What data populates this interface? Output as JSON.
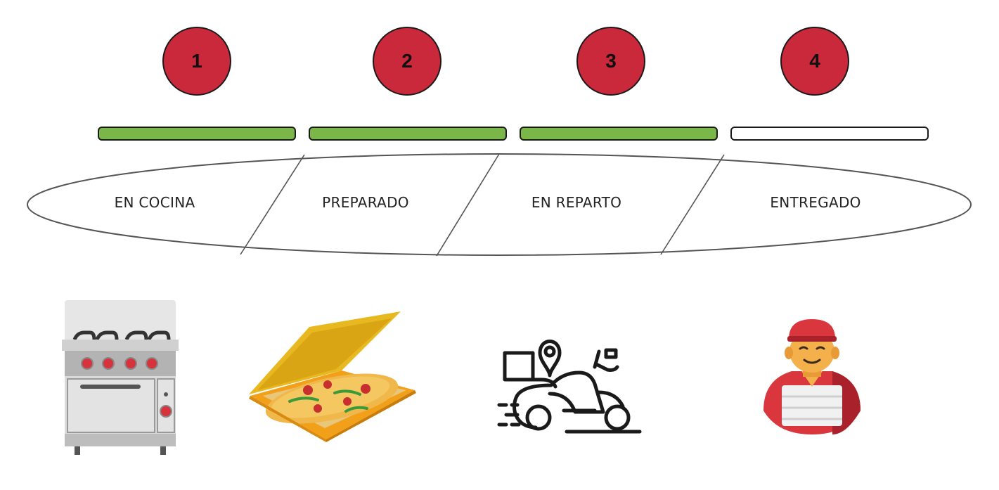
{
  "steps": [
    {
      "number": "1",
      "label": "EN COCINA",
      "status": "done"
    },
    {
      "number": "2",
      "label": "PREPARADO",
      "status": "done"
    },
    {
      "number": "3",
      "label": "EN REPARTO",
      "status": "done"
    },
    {
      "number": "4",
      "label": "ENTREGADO",
      "status": "pending"
    }
  ],
  "colors": {
    "circle": "#c9293a",
    "done": "#7ab648",
    "pending": "#ffffff"
  },
  "icons": [
    "stove-oven-icon",
    "pizza-box-icon",
    "delivery-scooter-icon",
    "delivery-person-icon"
  ]
}
